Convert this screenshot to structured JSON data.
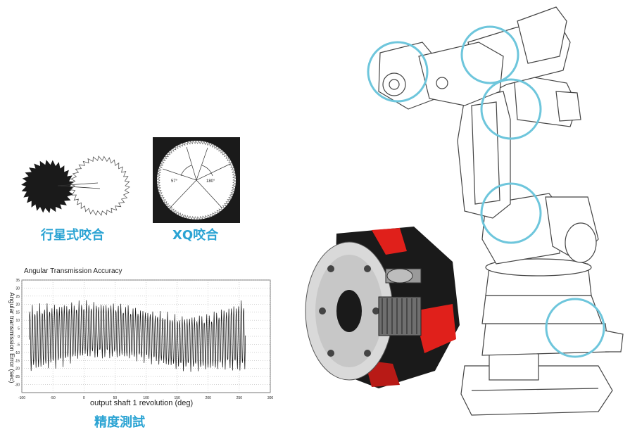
{
  "captions": {
    "planetary": "行星式咬合",
    "xq": "XQ咬合",
    "precision": "精度測試"
  },
  "gear_diagram": {
    "angle_left": "57°",
    "angle_right": "180°"
  },
  "colors": {
    "caption": "#2aa3d3",
    "highlight_circle": "#6ec6dc",
    "reducer_red": "#e0201b"
  },
  "chart_data": {
    "type": "line",
    "title": "Angular Transmission Accuracy",
    "xlabel": "output shaft 1 revolution (deg)",
    "ylabel": "Angular transmission Error (sec)",
    "xlim": [
      -100,
      300
    ],
    "ylim": [
      -35,
      35
    ],
    "x_ticks": [
      -100,
      -50,
      0,
      50,
      100,
      150,
      200,
      250,
      300
    ],
    "y_ticks": [
      35,
      30,
      25,
      20,
      15,
      10,
      5,
      0,
      -5,
      -10,
      -15,
      -20,
      -25,
      -30
    ],
    "grid": true,
    "series": [
      {
        "x_start": -88,
        "x_end": 260,
        "cycles": 88,
        "envelope_upper": [
          [
            -88,
            20
          ],
          [
            -40,
            22
          ],
          [
            0,
            23
          ],
          [
            50,
            22
          ],
          [
            100,
            18
          ],
          [
            150,
            14
          ],
          [
            200,
            15
          ],
          [
            230,
            20
          ],
          [
            260,
            25
          ]
        ],
        "envelope_lower": [
          [
            -88,
            -24
          ],
          [
            -40,
            -20
          ],
          [
            0,
            -15
          ],
          [
            50,
            -15
          ],
          [
            100,
            -17
          ],
          [
            150,
            -22
          ],
          [
            200,
            -23
          ],
          [
            230,
            -22
          ],
          [
            260,
            -24
          ]
        ]
      }
    ]
  }
}
